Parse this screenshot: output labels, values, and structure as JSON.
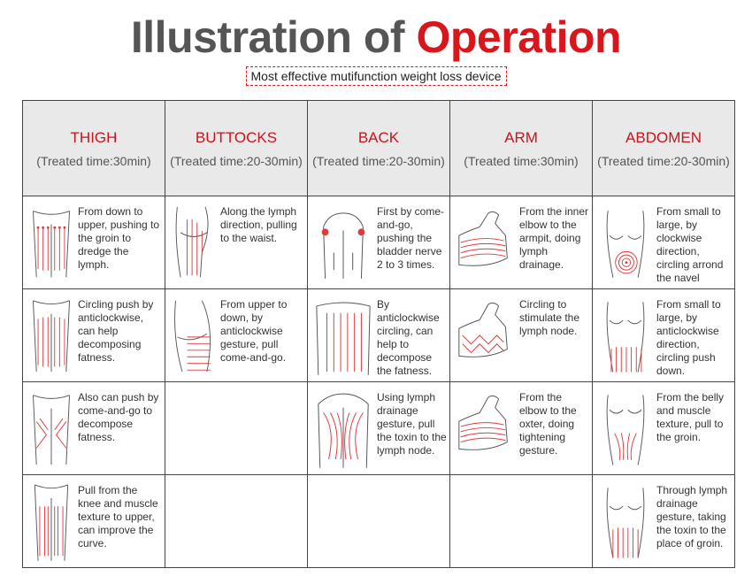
{
  "title": {
    "part1": "Illustration of",
    "part2": "Operation"
  },
  "subtitle": "Most effective mutifunction weight loss device",
  "columns": [
    {
      "name": "THIGH",
      "time": "(Treated time:30min)"
    },
    {
      "name": "BUTTOCKS",
      "time": "(Treated time:20-30min)"
    },
    {
      "name": "BACK",
      "time": "(Treated time:20-30min)"
    },
    {
      "name": "ARM",
      "time": "(Treated time:30min)"
    },
    {
      "name": "ABDOMEN",
      "time": "(Treated time:20-30min)"
    }
  ],
  "rows": [
    [
      "From down to upper, pushing to the groin to dredge the lymph.",
      "Along the lymph direction, pulling to the waist.",
      "First by come-and-go, pushing the bladder nerve 2 to 3 times.",
      "From the inner elbow to the armpit, doing lymph drainage.",
      "From small to large, by clockwise direction, circling arrond the navel"
    ],
    [
      "Circling push by anticlockwise, can help decomposing fatness.",
      "From upper to down, by anticlockwise gesture, pull come-and-go.",
      "By anticlockwise circling, can help to decompose the fatness.",
      "Circling to stimulate the lymph node.",
      "From small to large, by anticlockwise direction, circling push down."
    ],
    [
      "Also can push by come-and-go to decompose fatness.",
      "",
      "Using lymph drainage gesture, pull the toxin to the lymph node.",
      "From the elbow to the oxter, doing tightening gesture.",
      "From the belly and muscle texture, pull to the groin."
    ],
    [
      "Pull from the knee and muscle texture to upper, can improve the curve.",
      "",
      "",
      "",
      "Through lymph drainage gesture, taking the toxin to the place of groin."
    ]
  ]
}
